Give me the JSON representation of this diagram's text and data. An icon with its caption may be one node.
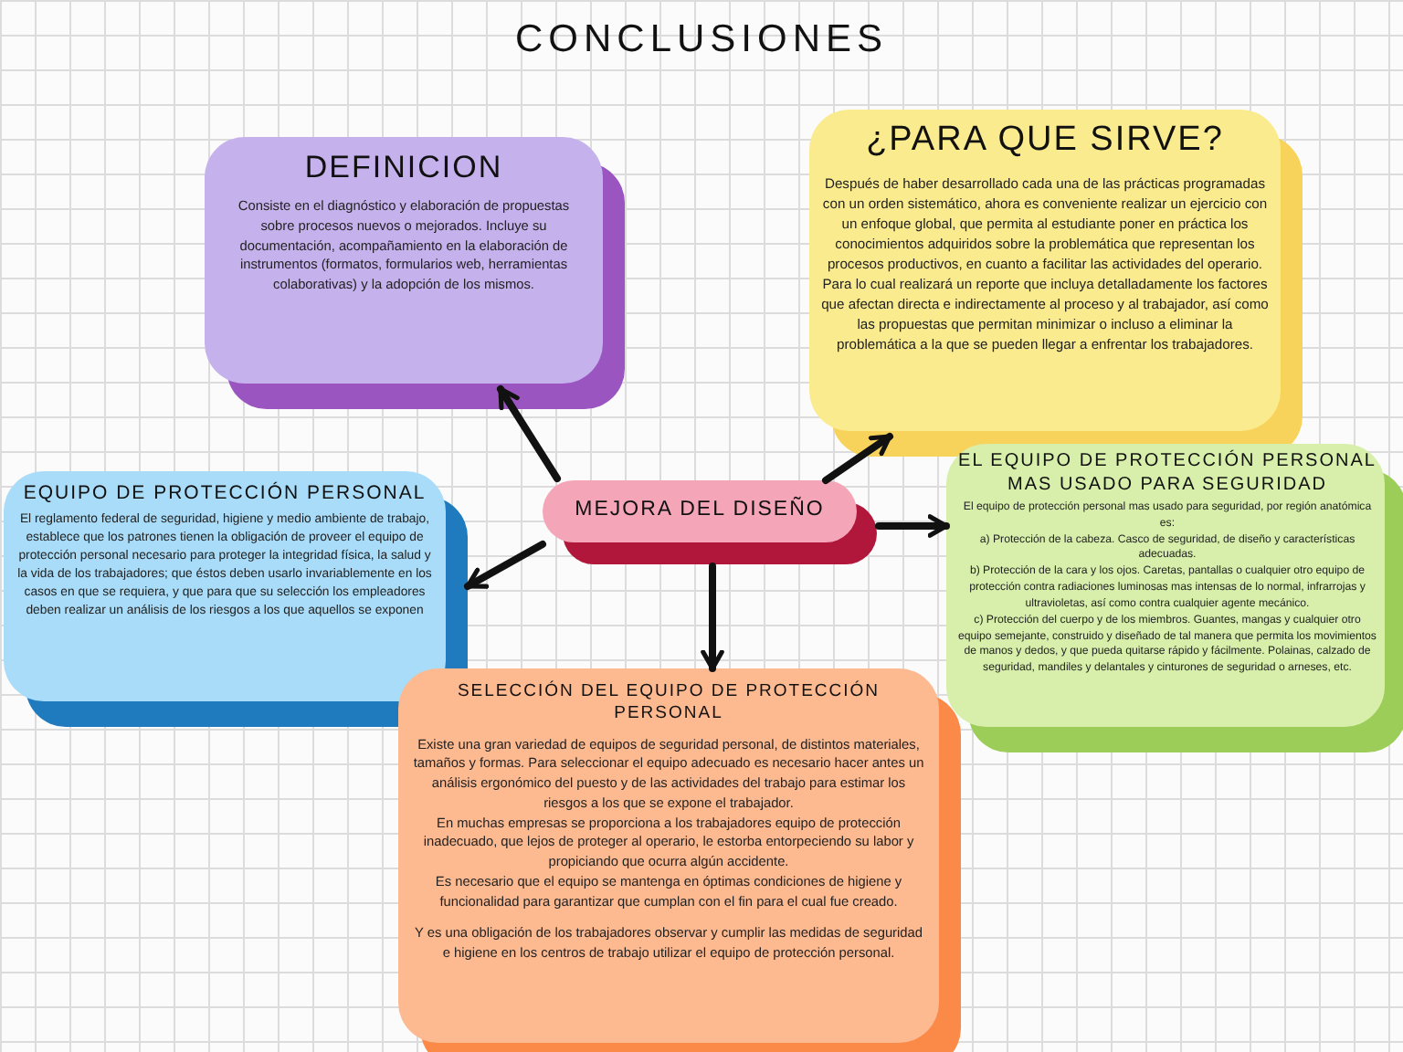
{
  "diagram": {
    "title": "CONCLUSIONES",
    "nodes": [
      {
        "text": [
          "MEJORA DEL DISEÑO"
        ]
      },
      {
        "text": [
          "DEFINICION",
          "Consiste en el diagnóstico y elaboración de propuestas sobre procesos nuevos o mejorados. Incluye su documentación, acompañamiento en la elaboración de instrumentos (formatos, formularios web, herramientas colaborativas) y la adopción de los mismos."
        ]
      },
      {
        "text": [
          "¿PARA QUE SIRVE?",
          "Después de haber desarrollado cada una de las prácticas programadas con un orden sistemático, ahora es conveniente realizar un ejercicio con un enfoque global, que permita al estudiante poner en práctica los conocimientos adquiridos sobre la problemática que representan los procesos productivos, en cuanto a facilitar las actividades del operario. Para lo cual realizará un reporte que incluya detalladamente los factores que afectan directa e indirectamente al proceso y al trabajador, así como las propuestas que permitan minimizar o incluso a eliminar la problemática a la que se pueden llegar a enfrentar los trabajadores."
        ]
      },
      {
        "text": [
          "EQUIPO DE PROTECCIÓN PERSONAL",
          "El reglamento federal de seguridad, higiene y medio ambiente de trabajo, establece que los patrones tienen la obligación de proveer el equipo de protección personal necesario para proteger la integridad física, la salud y la vida de los trabajadores; que éstos deben usarlo invariablemente en los casos en que se requiera, y que para que su selección los empleadores deben realizar un análisis de los riesgos a los que aquellos se exponen"
        ]
      },
      {
        "text": [
          "EL EQUIPO DE PROTECCIÓN PERSONAL MAS USADO PARA SEGURIDAD",
          "El equipo de protección personal mas usado para seguridad, por región anatómica es:",
          "a) Protección de la cabeza. Casco de seguridad, de diseño y características adecuadas.",
          "b) Protección de la cara y los ojos. Caretas, pantallas o cualquier otro equipo de protección contra radiaciones luminosas mas intensas de lo normal, infrarrojas y ultravioletas, así como contra cualquier agente mecánico.",
          "c) Protección del cuerpo y de los miembros. Guantes, mangas y cualquier otro equipo semejante, construido y diseñado de tal manera que permita los movimientos de manos y dedos, y que pueda quitarse rápido y fácilmente. Polainas, calzado de seguridad, mandiles y delantales y cinturones de seguridad o arneses, etc."
        ]
      },
      {
        "text": [
          "SELECCIÓN DEL EQUIPO DE PROTECCIÓN PERSONAL",
          "Existe una gran variedad de equipos de seguridad personal, de distintos materiales, tamaños y formas. Para seleccionar el equipo adecuado es necesario hacer antes un análisis ergonómico del puesto y de las actividades del trabajo para estimar los riesgos a los que se expone el trabajador.",
          "En muchas empresas se proporciona a los trabajadores equipo de protección inadecuado, que lejos de proteger al operario, le estorba entorpeciendo su labor y propiciando que ocurra algún accidente.",
          "Es necesario que el equipo se mantenga en óptimas condiciones de higiene y funcionalidad para garantizar que cumplan con el fin para el cual fue creado.",
          "Y es una obligación de los trabajadores observar y cumplir las medidas de seguridad e higiene en los centros de trabajo utilizar el equipo de protección personal."
        ]
      }
    ],
    "edges": [
      {
        "from": 0,
        "to": 1,
        "arrow": "to"
      },
      {
        "from": 0,
        "to": 2,
        "arrow": "to"
      },
      {
        "from": 0,
        "to": 4,
        "arrow": "to"
      },
      {
        "from": 0,
        "to": 5,
        "arrow": "to"
      },
      {
        "from": 0,
        "to": 3,
        "arrow": "to"
      }
    ]
  }
}
